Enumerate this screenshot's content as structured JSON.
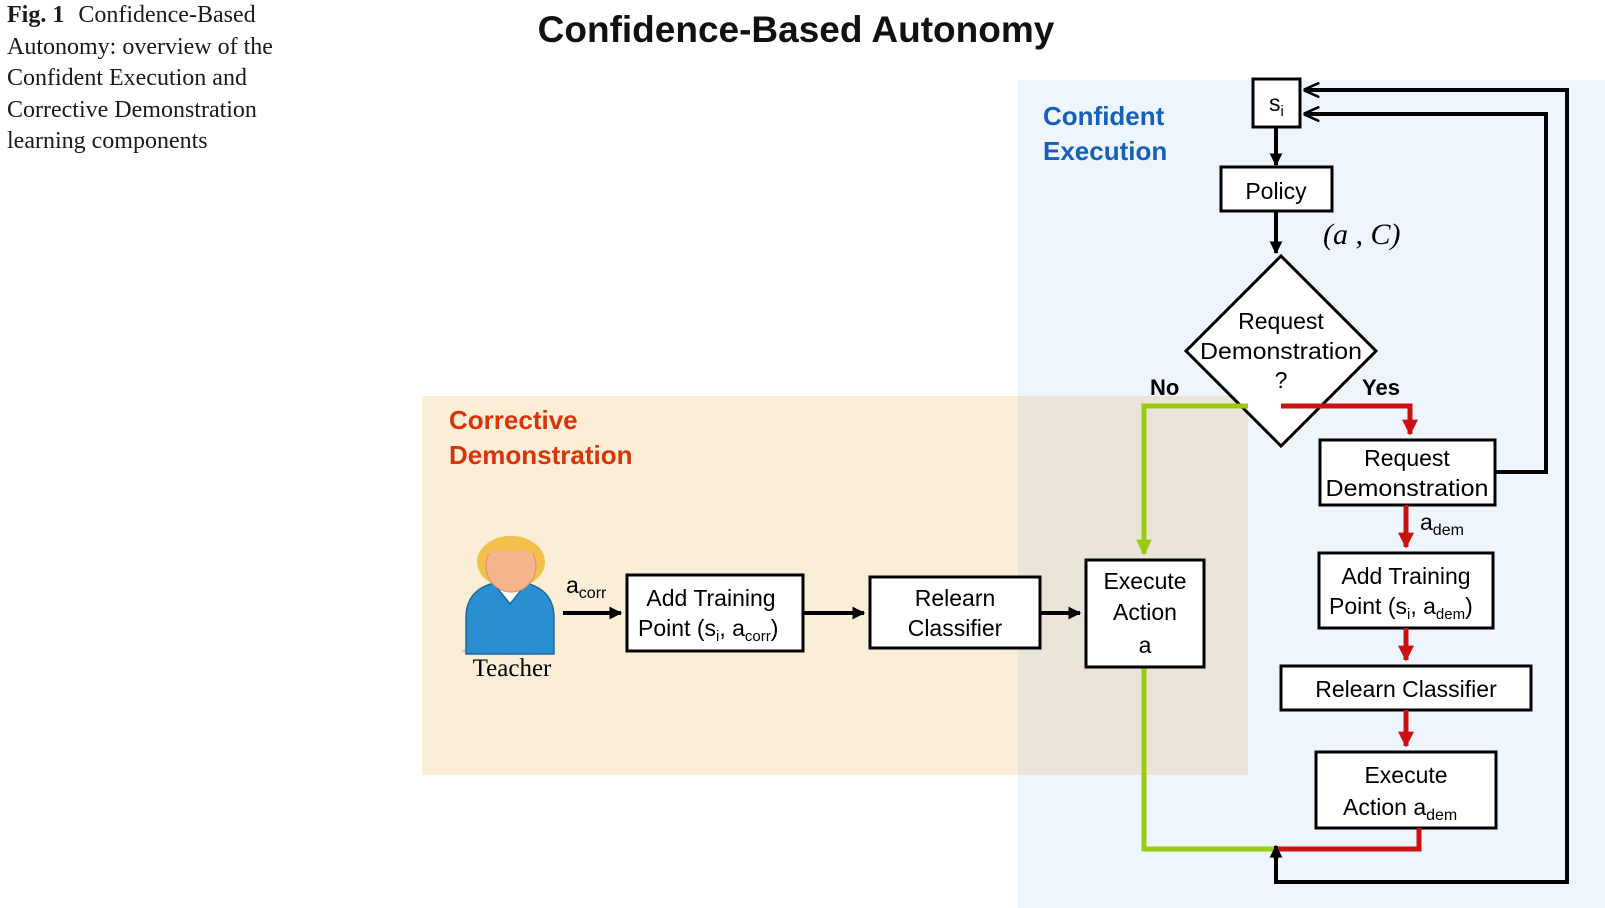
{
  "caption": {
    "label": "Fig. 1",
    "text": "Confidence-Based Autonomy: overview of the Confident Execution and Corrective Demonstration learning components"
  },
  "diagram": {
    "title": "Confidence-Based Autonomy",
    "regions": {
      "confident_line1": "Confident",
      "confident_line2": "Execution",
      "corrective_line1": "Corrective",
      "corrective_line2": "Demonstration"
    },
    "nodes": {
      "state": {
        "main": "s",
        "sub": "i"
      },
      "policy": "Policy",
      "policy_output": "(a , C)",
      "decision": {
        "line1": "Request",
        "line2": "Demonstration",
        "line3": "?"
      },
      "branch_no": "No",
      "branch_yes": "Yes",
      "request_demo": {
        "line1": "Request",
        "line2": "Demonstration"
      },
      "a_dem_label": {
        "main": "a",
        "sub": "dem"
      },
      "add_point_dem": {
        "line1": "Add Training",
        "line2_prefix": "Point (s",
        "sub_i": "i",
        "sep": ", a",
        "sub_dem": "dem",
        "close": ")"
      },
      "relearn_right": "Relearn Classifier",
      "execute_dem": {
        "line1": "Execute",
        "line2_prefix": "Action a",
        "sub": "dem"
      },
      "teacher": "Teacher",
      "a_corr_label": {
        "main": "a",
        "sub": "corr"
      },
      "add_point_corr": {
        "line1": "Add Training",
        "line2_prefix": "Point (s",
        "sub_i": "i",
        "sep": ", a",
        "sub_corr": "corr",
        "close": ")"
      },
      "relearn_left": {
        "line1": "Relearn",
        "line2": "Classifier"
      },
      "execute_a": {
        "line1": "Execute",
        "line2": "Action",
        "line3": "a"
      }
    },
    "colors": {
      "confident_bg": "#eef5fc",
      "corrective_bg": "#fbeed6",
      "overlap_bg": "#ebe4d8",
      "confident_text": "#1560b8",
      "corrective_text": "#d9330a",
      "yes_arrow": "#cc1111",
      "no_arrow": "#99cc11",
      "flow_arrow": "#000000"
    }
  }
}
